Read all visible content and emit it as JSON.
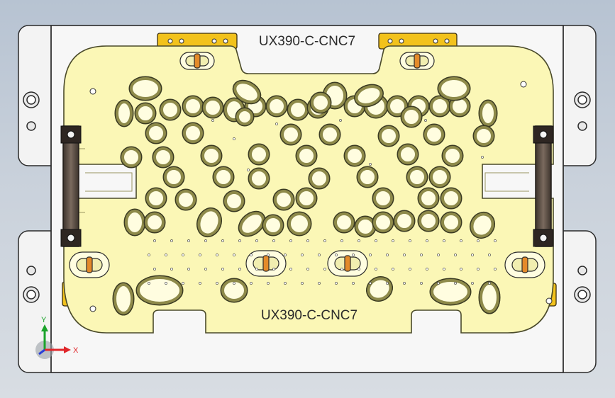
{
  "model": {
    "top_label": "UX390-C-CNC7",
    "bottom_label": "UX390-C-CNC7"
  },
  "triad": {
    "x_label": "X",
    "y_label": "Y",
    "x_color": "#e0262a",
    "y_color": "#1aa32a",
    "z_color": "#2a3fd8"
  },
  "colors": {
    "plate": "#fbf7b6",
    "plate_edge": "#4a4a2a",
    "ring": "#8e8a4a",
    "ring_dark": "#3a3a22",
    "steel": "#f2f2f2",
    "gold": "#f2c21c",
    "pin": "#e48a2a",
    "clamp": "#5a4a40"
  }
}
